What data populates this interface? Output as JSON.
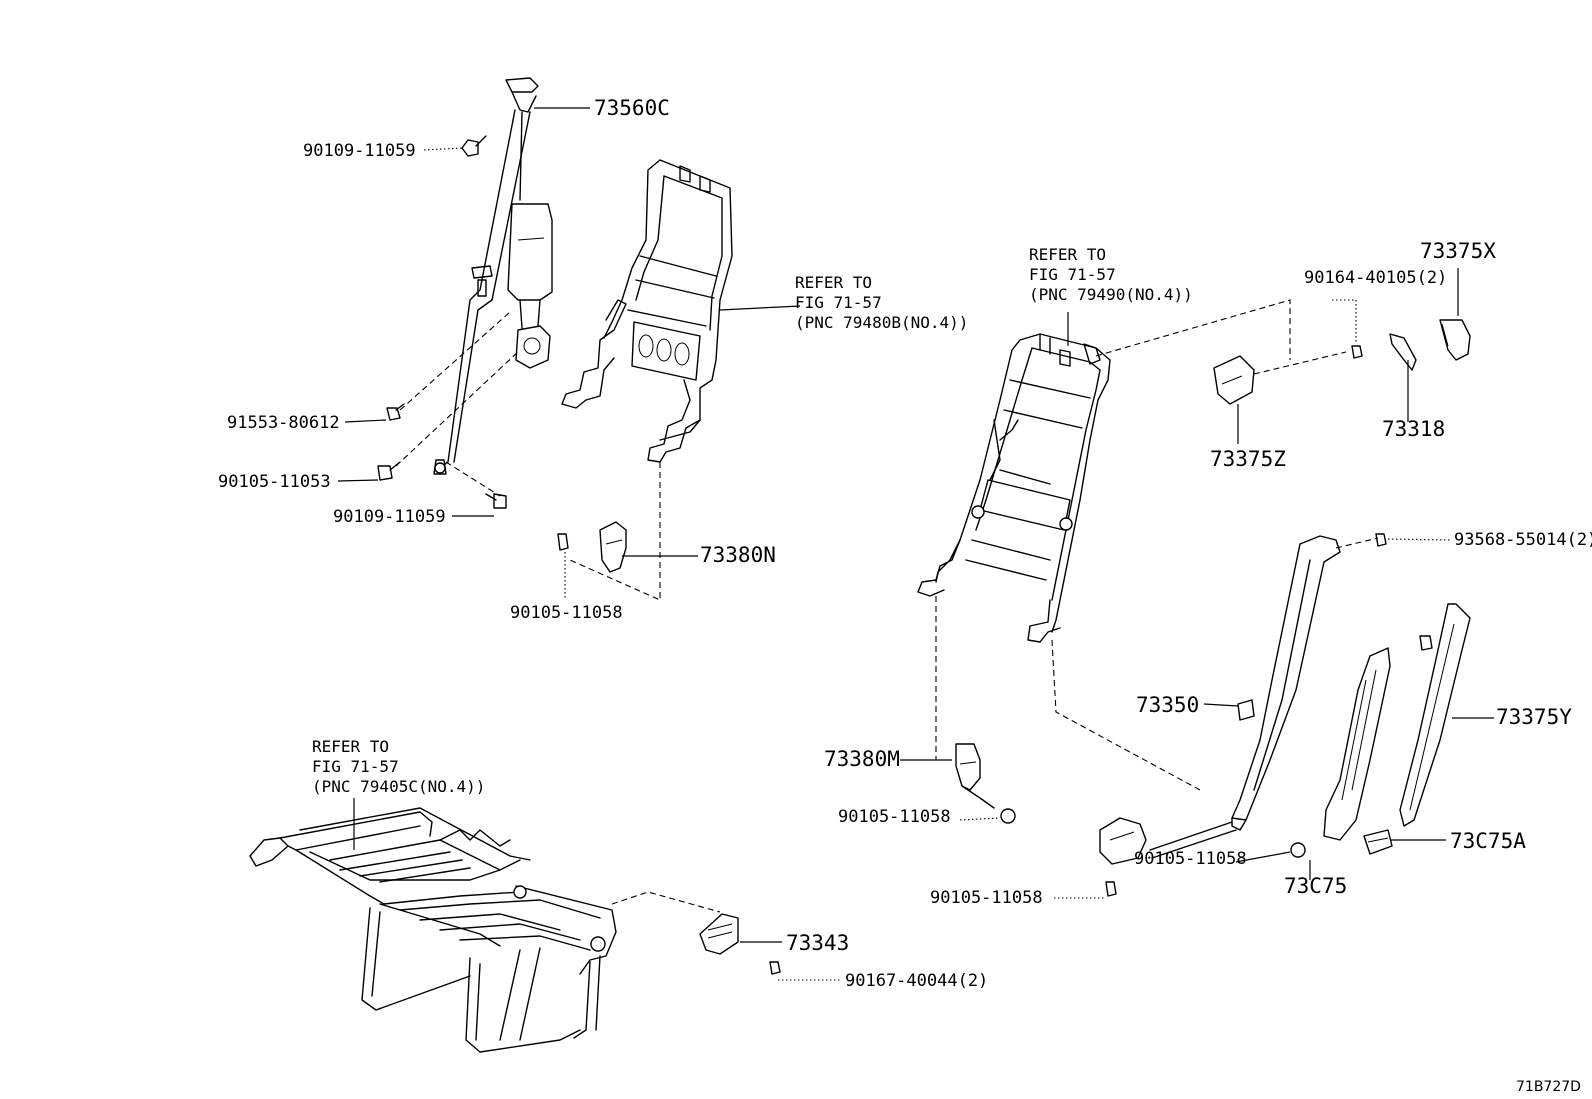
{
  "labels": {
    "p73560C": "73560C",
    "b90109a": "90109-11059",
    "b91553": "91553-80612",
    "b90105a": "90105-11053",
    "b90109b": "90109-11059",
    "p73380N": "73380N",
    "b90105b": "90105-11058",
    "p73380M": "73380M",
    "b90105c": "90105-11058",
    "p73350": "73350",
    "b90105d": "90105-11058",
    "b90105e": "90105-11058",
    "p73C75": "73C75",
    "p73C75A": "73C75A",
    "p73375Y": "73375Y",
    "b93568": "93568-55014(2)",
    "p73375Z": "73375Z",
    "p73318": "73318",
    "p73375X": "73375X",
    "b90164": "90164-40105(2)",
    "p73343": "73343",
    "b90167": "90167-40044(2)"
  },
  "refs": {
    "back_left": {
      "l1": "REFER TO",
      "l2": "FIG 71-57",
      "l3": "(PNC 79480B(NO.4))"
    },
    "back_right": {
      "l1": "REFER TO",
      "l2": "FIG 71-57",
      "l3": "(PNC 79490(NO.4))"
    },
    "cushion": {
      "l1": "REFER TO",
      "l2": "FIG 71-57",
      "l3": "(PNC 79405C(NO.4))"
    }
  },
  "diagram_code": "71B727D"
}
